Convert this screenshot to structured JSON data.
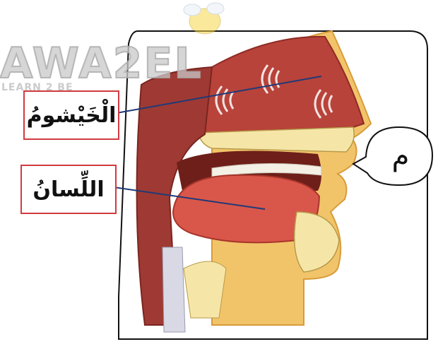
{
  "labels": {
    "nasal_cavity": "الْخَيْشومُ",
    "tongue": "اللِّسانُ"
  },
  "speech_bubble": {
    "letter": "م"
  },
  "watermark": {
    "brand": "AWA2EL",
    "tagline": "LEARN 2 BE"
  },
  "colors": {
    "label_border": "#d23a3f",
    "pointer_line": "#1f3a78",
    "tissue_red": "#b8433a",
    "skin": "#f2c46a",
    "bone": "#f5e6a8"
  }
}
